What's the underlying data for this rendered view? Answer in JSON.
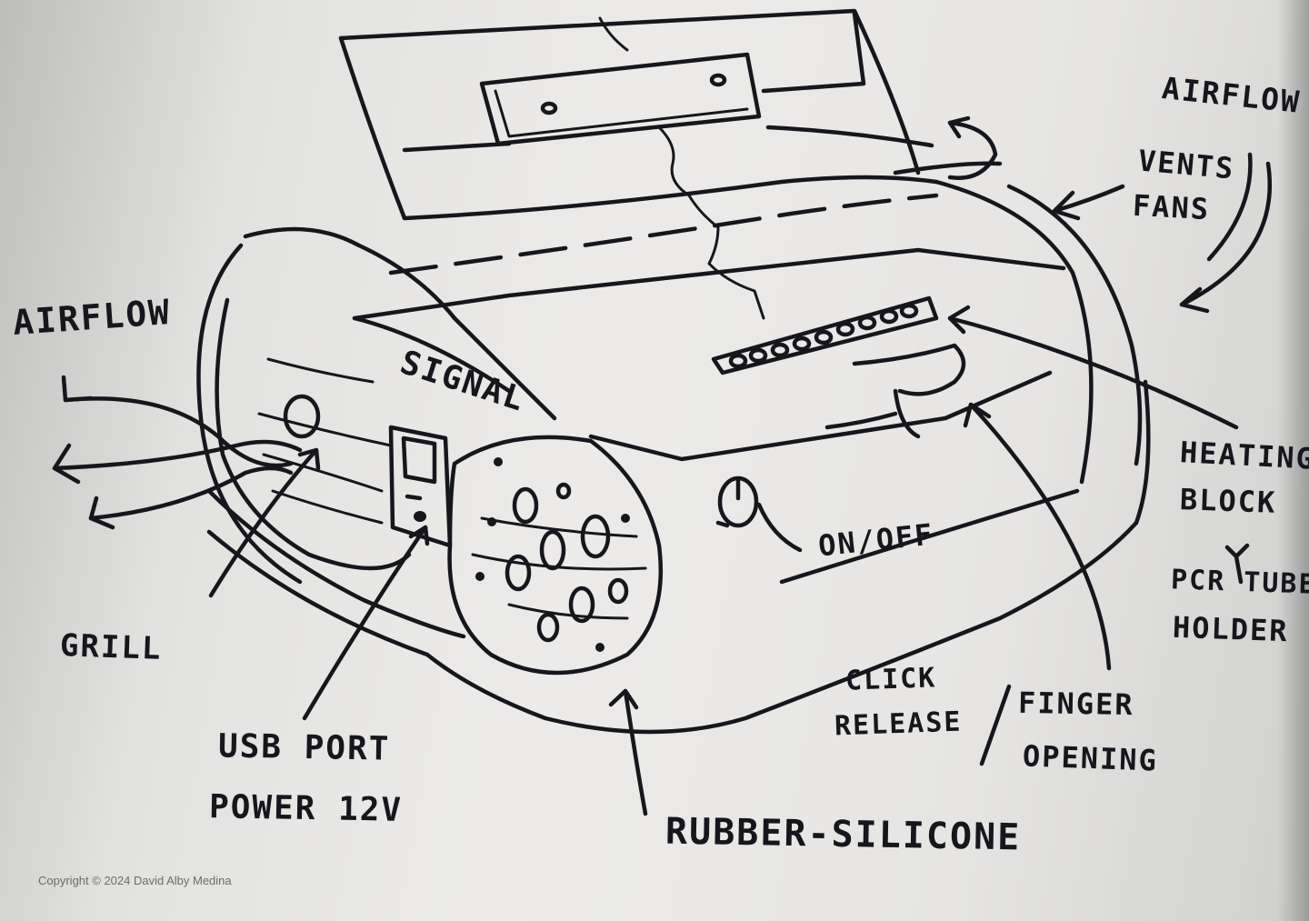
{
  "labels": {
    "airflow_left": "AIRFLOW",
    "airflow_right": "AIRFLOW",
    "vents_fans_1": "VENTS",
    "vents_fans_2": "FANS",
    "signal": "SIGNAL",
    "grill": "GRILL",
    "usb_port": "USB PORT",
    "power": "POWER 12V",
    "on_off": "ON/OFF",
    "heating_block_1": "HEATING",
    "heating_block_2": "BLOCK",
    "pcr_tube_holder_1": "PCR TUBE",
    "pcr_tube_holder_2": "HOLDER",
    "click_release_1": "CLICK",
    "click_release_2": "RELEASE",
    "finger_opening_1": "FINGER",
    "finger_opening_2": "OPENING",
    "rubber_silicone": "RUBBER-SILICONE"
  },
  "copyright": "Copyright © 2024 David Alby Medina",
  "colors": {
    "ink": "#15171c",
    "paper": "#ecebe9",
    "copyright_text": "#6b6b6b"
  }
}
